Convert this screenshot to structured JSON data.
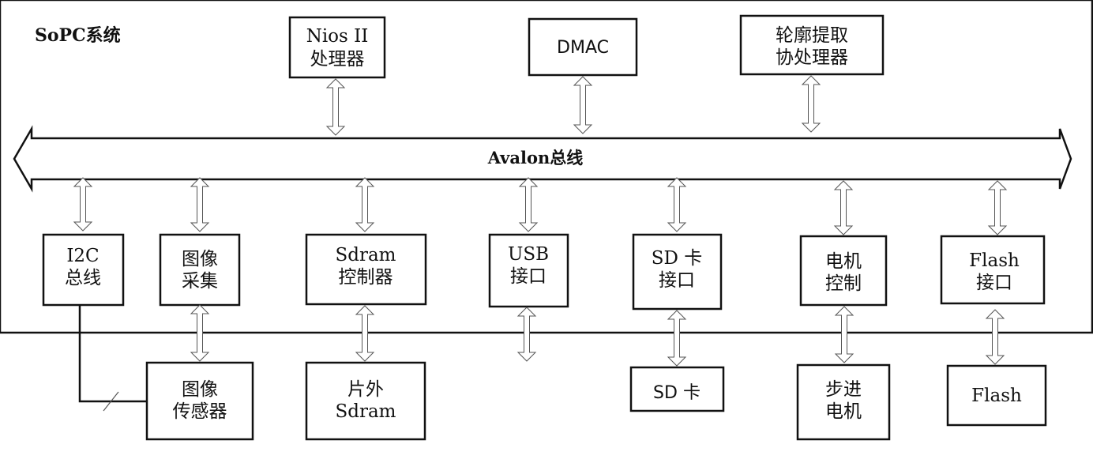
{
  "system": {
    "title": "SoPC系统"
  },
  "bus": {
    "label": "Avalon总线"
  },
  "top_blocks": [
    {
      "id": "nios",
      "lines": [
        "Nios II",
        "处理器"
      ]
    },
    {
      "id": "dmac",
      "lines": [
        "DMAC"
      ]
    },
    {
      "id": "contour",
      "lines": [
        "轮廓提取",
        "协处理器"
      ]
    }
  ],
  "bottom_blocks": [
    {
      "id": "i2c",
      "lines": [
        "I2C",
        "总线"
      ]
    },
    {
      "id": "image-capture",
      "lines": [
        "图像",
        "采集"
      ]
    },
    {
      "id": "sdram-ctrl",
      "lines": [
        "Sdram",
        "控制器"
      ]
    },
    {
      "id": "usb",
      "lines": [
        "USB",
        "接口"
      ]
    },
    {
      "id": "sd-if",
      "lines": [
        "SD 卡",
        "接口"
      ]
    },
    {
      "id": "motor-ctrl",
      "lines": [
        "电机",
        "控制"
      ]
    },
    {
      "id": "flash-if",
      "lines": [
        "Flash",
        "接口"
      ]
    }
  ],
  "external_blocks": [
    {
      "id": "image-sensor",
      "lines": [
        "图像",
        "传感器"
      ]
    },
    {
      "id": "ext-sdram",
      "lines": [
        "片外",
        "Sdram"
      ]
    },
    {
      "id": "sd-card",
      "lines": [
        "SD 卡"
      ]
    },
    {
      "id": "stepper-motor",
      "lines": [
        "步进",
        "电机"
      ]
    },
    {
      "id": "flash",
      "lines": [
        "Flash"
      ]
    }
  ]
}
